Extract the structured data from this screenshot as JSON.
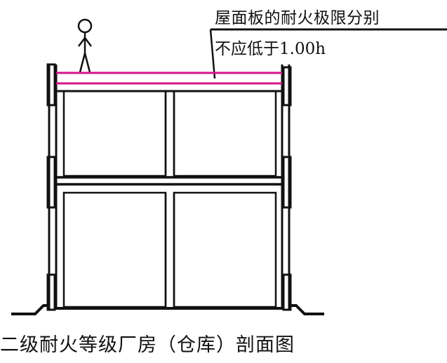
{
  "annotation": {
    "line1": "屋面板的耐火极限分别",
    "line2": "不应低于1.00h"
  },
  "caption": "二级耐火等级厂房（仓库）剖面图",
  "colors": {
    "roof_slab": "#d4168b",
    "lines": "#111111",
    "background": "#ffffff"
  }
}
